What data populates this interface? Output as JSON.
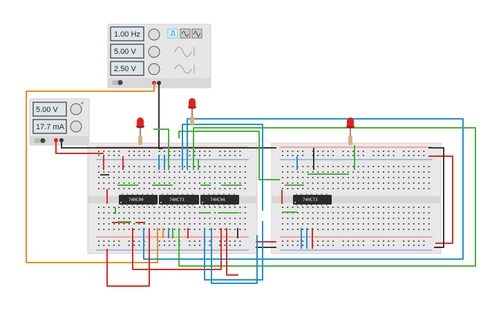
{
  "function_generator": {
    "frequency": "1.00 Hz",
    "amplitude": "5.00 V",
    "dc_offset": "2.50 V",
    "waveforms": [
      "square",
      "sine",
      "triangle"
    ],
    "selected_waveform": "square"
  },
  "power_supply": {
    "voltage": "5.00 V",
    "current": "17.7 mA"
  },
  "chips": {
    "left": [
      "74HC00",
      "74HC73",
      "74HC04"
    ],
    "right": [
      "74HC73"
    ]
  },
  "colors": {
    "wire_red": "#e0261f",
    "wire_black": "#333333",
    "wire_green": "#44b035",
    "wire_blue": "#1a90cf",
    "wire_orange": "#ef8a17",
    "led_red": "#e32020",
    "breadboard": "#e8e8e8"
  }
}
